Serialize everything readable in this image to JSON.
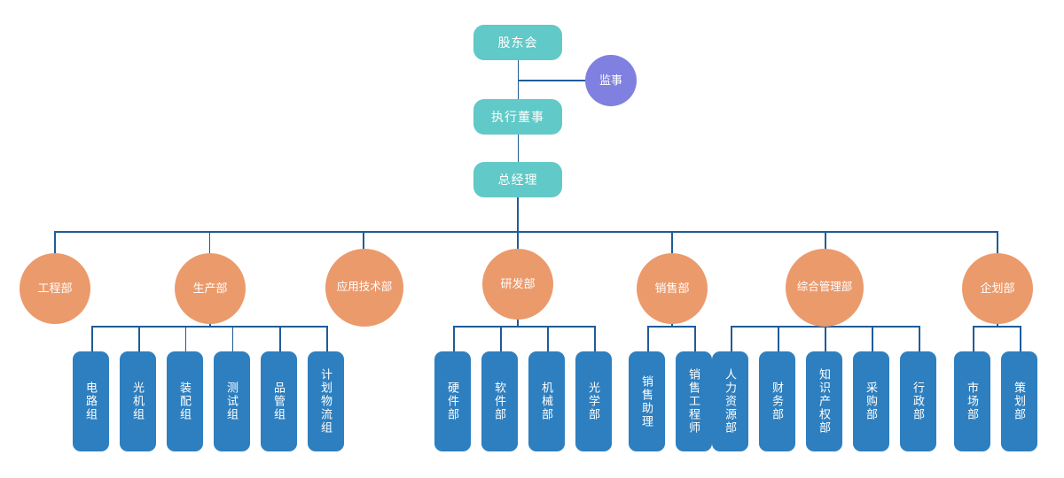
{
  "chart": {
    "type": "org-chart",
    "title": "",
    "colors": {
      "executive": "#61C9C7",
      "supervisor": "#8080E0",
      "department": "#EB9A6C",
      "team": "#2E7FBF",
      "connector": "#1F5C99",
      "background": "#FFFFFF",
      "label": "#FFFFFF"
    },
    "executives": [
      {
        "id": "shareholders",
        "label": "股东会",
        "shape": "rounded-rect",
        "color": "#61C9C7"
      },
      {
        "id": "executive-director",
        "label": "执行董事",
        "shape": "rounded-rect",
        "color": "#61C9C7"
      },
      {
        "id": "general-manager",
        "label": "总经理",
        "shape": "rounded-rect",
        "color": "#61C9C7"
      }
    ],
    "supervisor": {
      "id": "supervisor",
      "label": "监事",
      "shape": "circle",
      "color": "#8080E0"
    },
    "departments": [
      {
        "id": "engineering",
        "label": "工程部",
        "children": []
      },
      {
        "id": "production",
        "label": "生产部",
        "children": [
          "电路组",
          "光机组",
          "装配组",
          "测试组",
          "品管组",
          "计划物流组"
        ]
      },
      {
        "id": "application-technology",
        "label": "应用技术部",
        "children": []
      },
      {
        "id": "research-development",
        "label": "研发部",
        "children": [
          "硬件部",
          "软件部",
          "机械部",
          "光学部"
        ]
      },
      {
        "id": "sales",
        "label": "销售部",
        "children": [
          "销售助理",
          "销售工程师"
        ]
      },
      {
        "id": "general-management",
        "label": "综合管理部",
        "children": [
          "人力资源部",
          "财务部",
          "知识产权部",
          "采购部",
          "行政部"
        ]
      },
      {
        "id": "planning",
        "label": "企划部",
        "children": [
          "市场部",
          "策划部"
        ]
      }
    ]
  }
}
